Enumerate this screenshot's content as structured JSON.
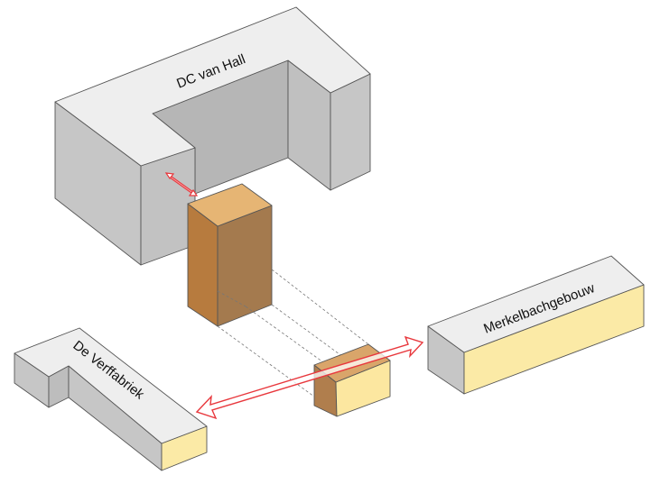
{
  "diagram": {
    "type": "isometric-site-massing",
    "buildings": [
      {
        "id": "dc-van-hall",
        "label": "DC van Hall",
        "role": "existing building"
      },
      {
        "id": "de-verffabriek",
        "label": "De Verffabriek",
        "role": "existing building"
      },
      {
        "id": "merkelbachgebouw",
        "label": "Merkelbachgebouw",
        "role": "existing building"
      },
      {
        "id": "tower",
        "label": "",
        "role": "new tall volume"
      },
      {
        "id": "low-block",
        "label": "",
        "role": "new low volume"
      }
    ],
    "relations": [
      {
        "from": "dc-van-hall",
        "to": "tower",
        "kind": "short double arrow"
      },
      {
        "from": "de-verffabriek",
        "to": "merkelbachgebouw",
        "kind": "long double arrow through low block"
      },
      {
        "from": "tower",
        "to": "low-block",
        "kind": "dashed projection lines"
      }
    ],
    "colors": {
      "grey_top": "#eeeeee",
      "grey_side": "#c6c6c6",
      "grey_inner": "#b6b6b6",
      "yellow_face": "#fbeaa6",
      "orange_top": "#e6b574",
      "orange_left": "#b77b3e",
      "orange_right": "#a47a4e",
      "arrow_red": "#e8383d"
    }
  }
}
